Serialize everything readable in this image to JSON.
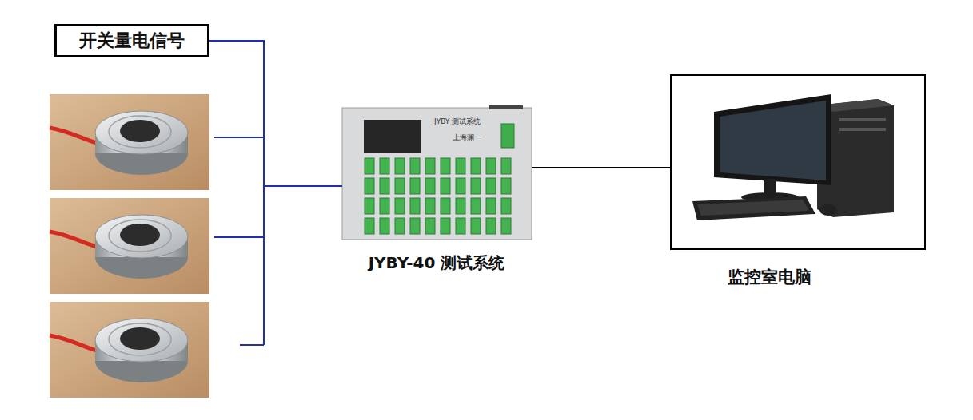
{
  "diagram": {
    "nodes": [
      {
        "text": [
          "开关量电信号"
        ]
      },
      {
        "text": [
          "JYBY-40 测试系统"
        ]
      },
      {
        "text": [
          "监控室电脑"
        ]
      }
    ],
    "edges": [
      {
        "from": 0,
        "to": 1,
        "arrow": "none"
      },
      {
        "from": 1,
        "to": 2,
        "arrow": "none"
      }
    ],
    "labels": [
      "JYBY 测试系统",
      "上海澜一"
    ]
  }
}
